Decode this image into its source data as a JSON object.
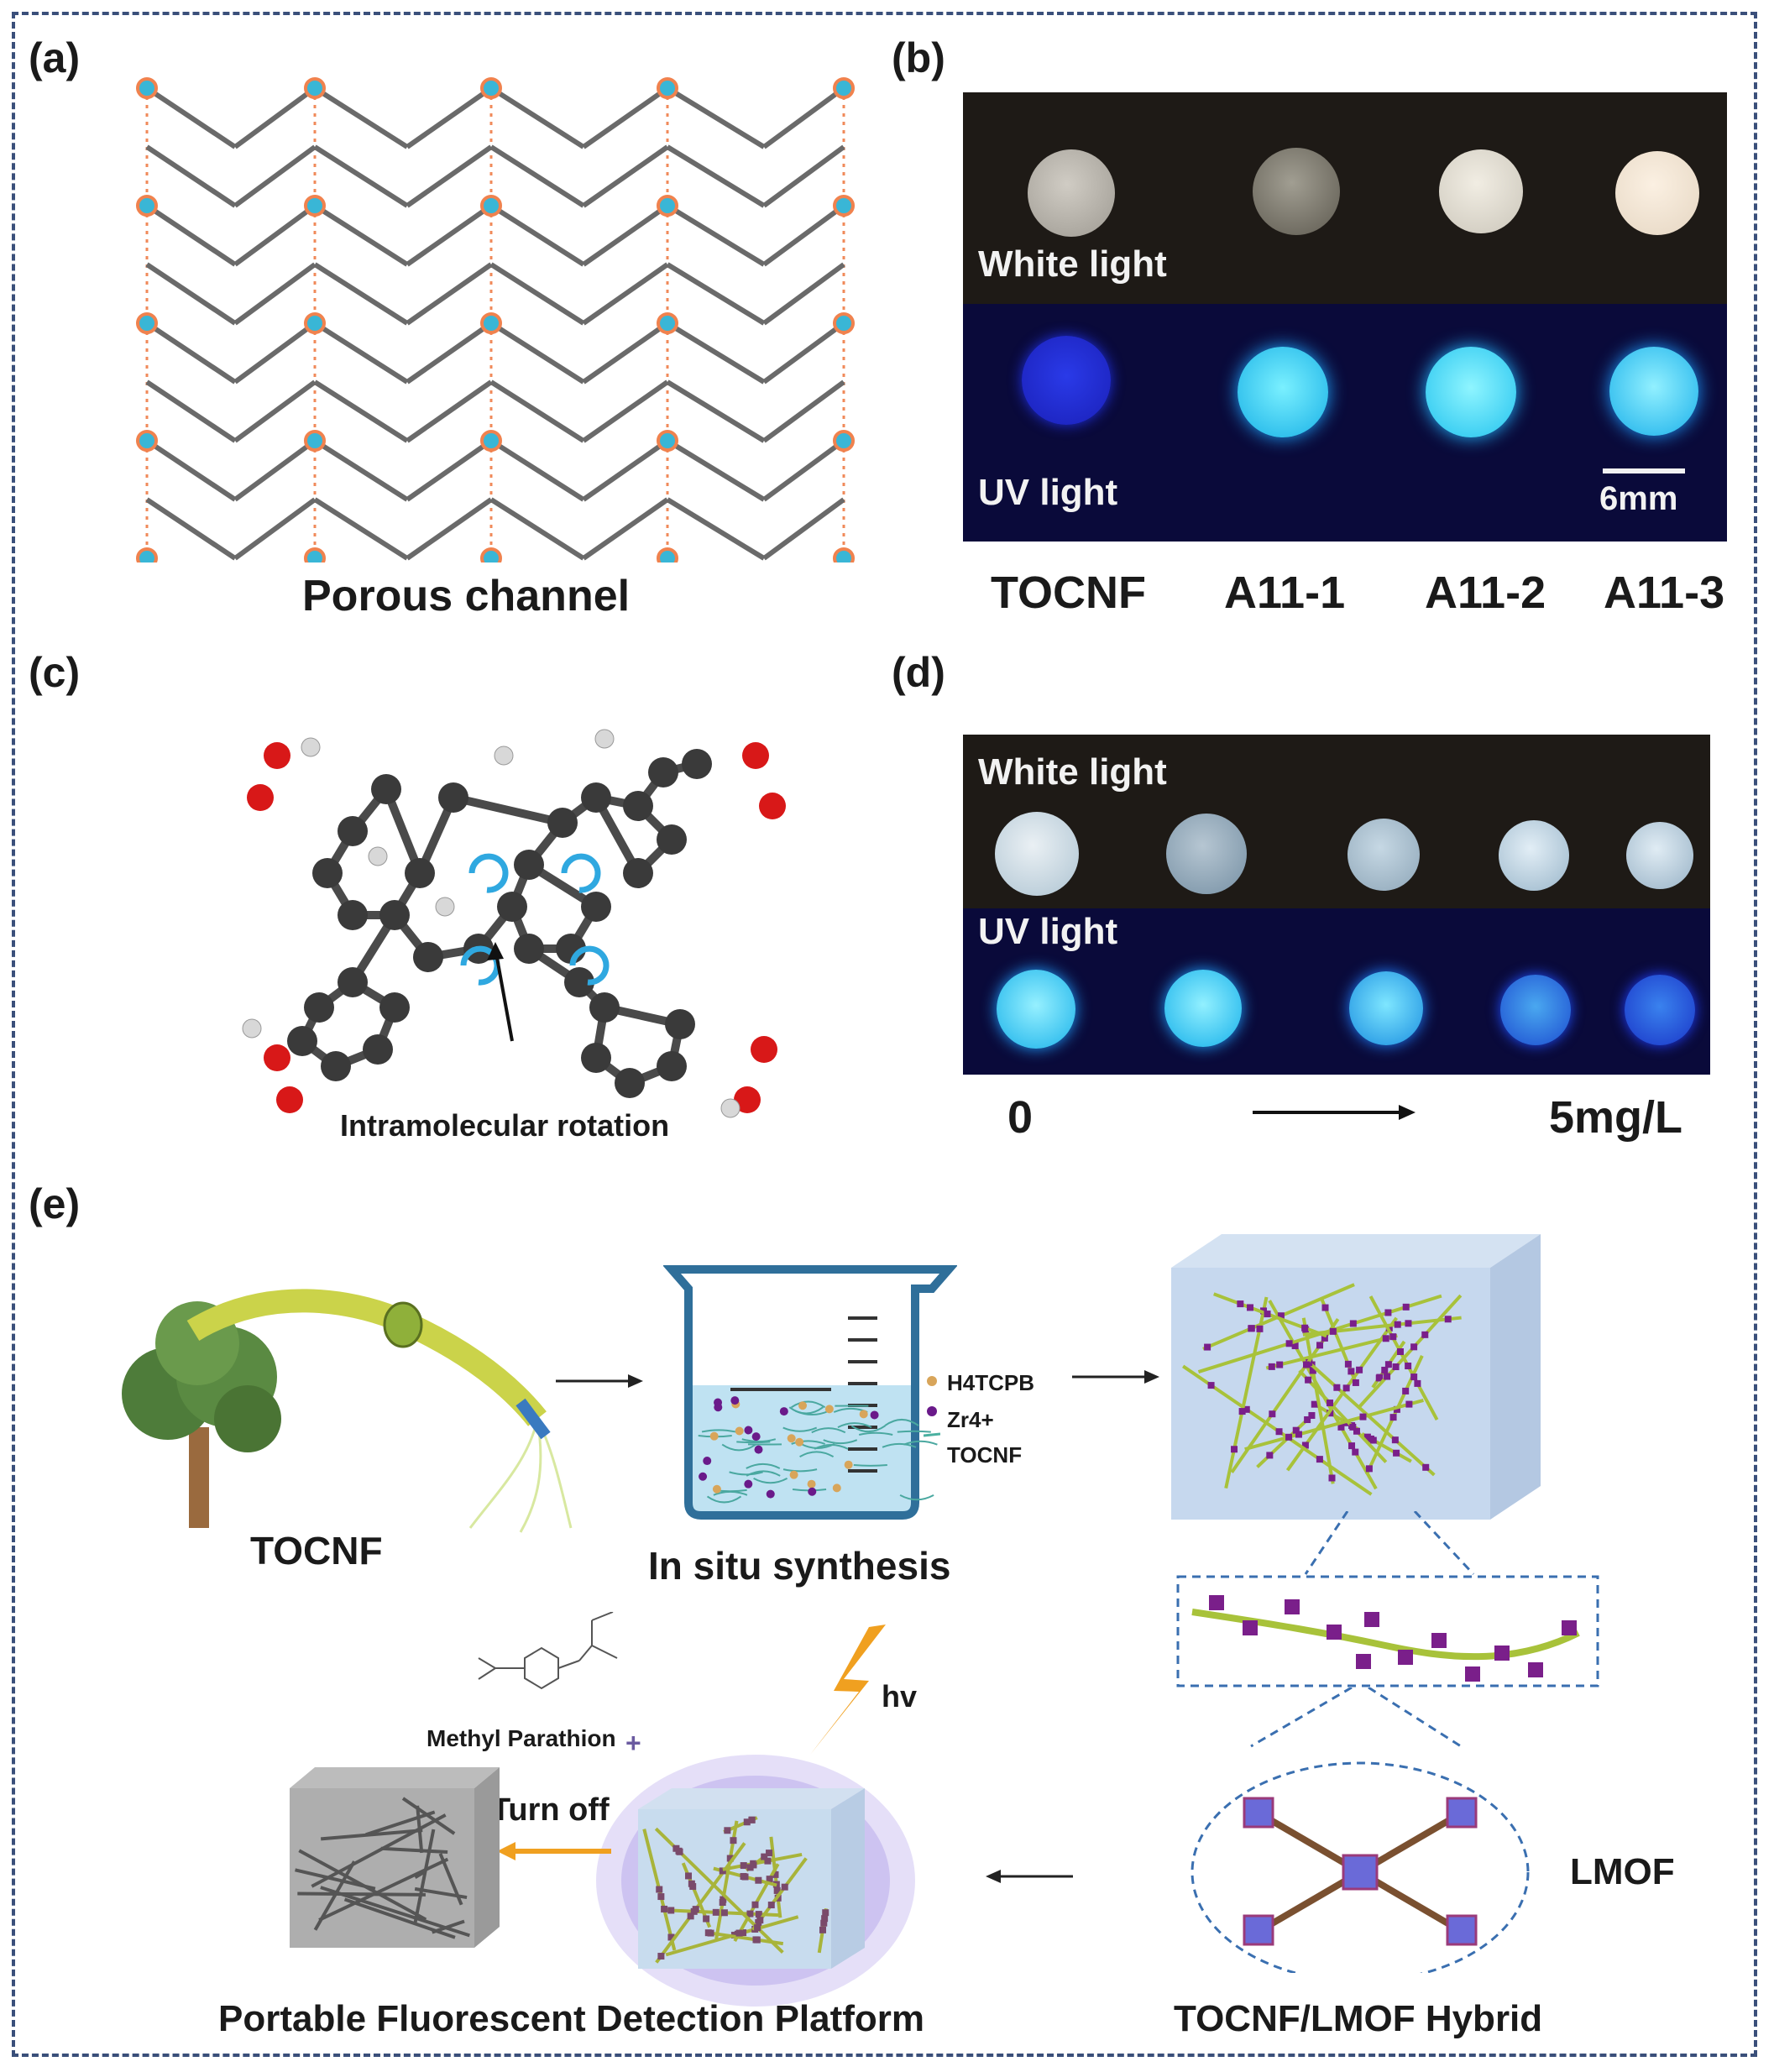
{
  "panels": {
    "a": {
      "label": "(a)",
      "caption": "Porous channel"
    },
    "b": {
      "label": "(b)",
      "white_light": "White light",
      "uv_light": "UV light",
      "scale_bar": "6mm",
      "samples": [
        "TOCNF",
        "A11-1",
        "A11-2",
        "A11-3"
      ]
    },
    "c": {
      "label": "(c)",
      "annotation": "Intramolecular rotation"
    },
    "d": {
      "label": "(d)",
      "white_light": "White light",
      "uv_light": "UV light",
      "range_start": "0",
      "range_end": "5mg/L"
    },
    "e": {
      "label": "(e)",
      "tocnf": "TOCNF",
      "in_situ": "In situ synthesis",
      "legend": [
        "H4TCPB",
        "Zr4+",
        "TOCNF"
      ],
      "hv": "hv",
      "methyl_parathion": "Methyl Parathion",
      "turn_off": "Turn off",
      "lmof": "LMOF",
      "platform": "Portable Fluorescent Detection Platform",
      "hybrid": "TOCNF/LMOF Hybrid"
    }
  },
  "colors": {
    "frame": "#3a4f7a",
    "uv_glow": "#3fd0f0",
    "uv_bg": "#0a0a3a",
    "white_bg": "#1e1a16",
    "fiber": "#a8c23a",
    "zr": "#7a1f8a"
  }
}
